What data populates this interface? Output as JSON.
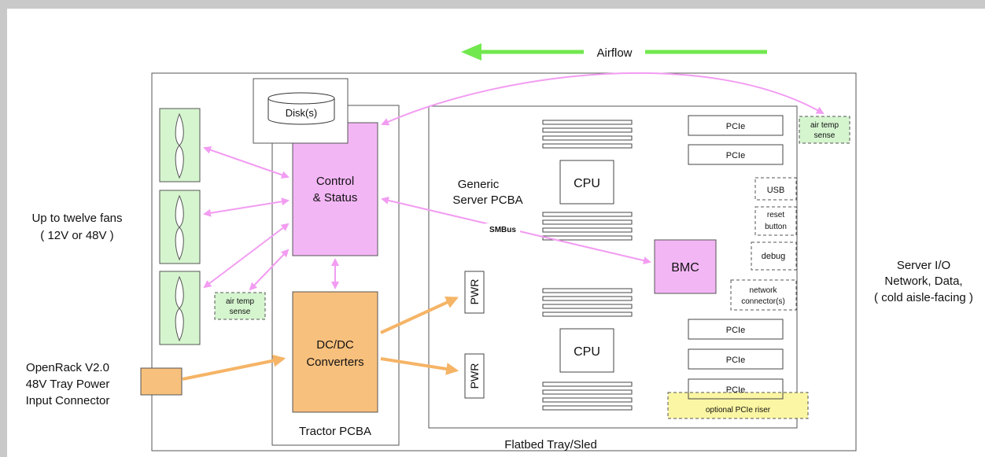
{
  "airflow": {
    "label": "Airflow"
  },
  "left_labels": {
    "fans_line1": "Up to twelve fans",
    "fans_line2": "( 12V or 48V )",
    "power_line1": "OpenRack V2.0",
    "power_line2": "48V Tray Power",
    "power_line3": "Input Connector"
  },
  "right_labels": {
    "io_line1": "Server I/O",
    "io_line2": "Network, Data,",
    "io_line3": "( cold aisle-facing )"
  },
  "tray": {
    "label": "Flatbed Tray/Sled"
  },
  "tractor": {
    "label": "Tractor PCBA",
    "disk": "Disk(s)",
    "control_line1": "Control",
    "control_line2": "& Status",
    "dcdc_line1": "DC/DC",
    "dcdc_line2": "Converters",
    "air_temp_line1": "air temp",
    "air_temp_line2": "sense"
  },
  "server": {
    "title_line1": "Generic",
    "title_line2": "Server PCBA",
    "cpu1": "CPU",
    "cpu2": "CPU",
    "bmc": "BMC",
    "smbus": "SMBus",
    "pwr1": "PWR",
    "pwr2": "PWR",
    "pcie_top": [
      "PCIe",
      "PCIe"
    ],
    "pcie_bottom": [
      "PCIe",
      "PCIe",
      "PCIe"
    ],
    "usb": "USB",
    "reset_line1": "reset",
    "reset_line2": "button",
    "debug": "debug",
    "network_line1": "network",
    "network_line2": "connector(s)",
    "riser": "optional PCIe riser",
    "air_temp_line1": "air temp",
    "air_temp_line2": "sense"
  },
  "colors": {
    "pink": "#f4a5f4",
    "pink_fill": "#f3b6f5",
    "orange": "#f7c27a",
    "orange_fill": "#f8c07d",
    "green": "#70e850",
    "fan_fill": "#d6f5cf",
    "yellow_fill": "#fbf6a3"
  }
}
